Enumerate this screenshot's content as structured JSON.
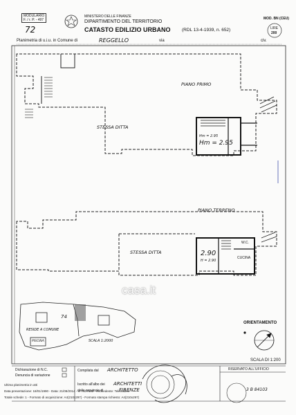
{
  "header": {
    "form_badge_line1": "MODULARIO",
    "form_badge_line2": "F. / r. P. - 497",
    "sheet_number": "72",
    "ministry": "MINISTERO DELLE FINANZE",
    "department": "DIPARTIMENTO DEL TERRITORIO",
    "title": "CATASTO EDILIZIO URBANO",
    "law": "(RDL 13-4-1939, n. 652)",
    "model_code": "MOD. BN (CEU)",
    "price_label": "LIRE",
    "price_value": "200"
  },
  "location": {
    "prefix": "Planimetria di u.i.u. in Comune di",
    "comune": "REGGELLO",
    "via_label": "via",
    "civ_label": "civ."
  },
  "plan_top": {
    "floor_label": "PIANO PRIMO",
    "note": "STESSA DITTA",
    "height_min": "Hm = 2.95",
    "height_max": "Hm = 2.95"
  },
  "plan_bottom": {
    "floor_label": "PIANO TERRENO",
    "note": "STESSA DITTA",
    "room_height": "2.90",
    "room_height_alt": "H = 2.90",
    "wc_label": "W.C.",
    "kitchen_label": "CUCINA"
  },
  "site_plan": {
    "parcel_number": "74",
    "common_area": "RESIDE A COMUNE",
    "small_label": "PISCINA",
    "scale_text": "SCALA 1:2000"
  },
  "orientation": {
    "label": "ORIENTAMENTO",
    "scale_text": "SCALA DI 1:200"
  },
  "watermark": "casa.it",
  "footer": {
    "col1_row1": "Dichiarazione di N.C.",
    "col1_row2": "Denuncia di variazione",
    "col2_title": "Compilata dal",
    "col2_role": "ARCHITETTO",
    "col2_registered": "Iscritto all'albo dei",
    "col2_role2": "ARCHITETTI",
    "col2_province_label": "della provincia di",
    "col2_province": "FIRENZE",
    "office_title": "RISERVATO ALL'UFFICIO",
    "office_number": "3 B 84103",
    "bottom_left_1": "Ultima planimetria in atti",
    "bottom_left_2": "Data presentazione: 18/01/1990 - Data: 21/08/2014 - n. T177688 - Richiedente: Telematico",
    "bottom_left_3": "Totale schede: 1 - Formato di acquisizione: A4(210x297) - Formato stampa richiesto: A4(210x297)"
  }
}
